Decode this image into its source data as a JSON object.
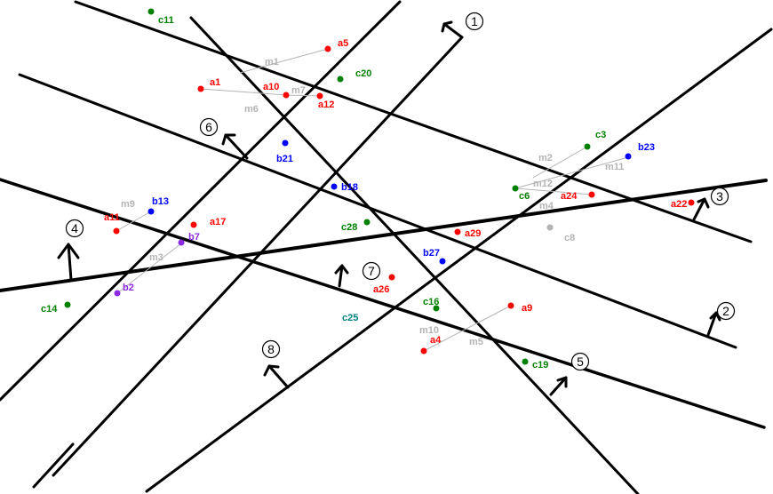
{
  "colors": {
    "line": "#000000",
    "red": "#ff0000",
    "green": "#008000",
    "blue": "#0000ff",
    "gray": "#b4b4b4",
    "purple": "#8a2be2",
    "teal": "#008080"
  },
  "lines": [
    "1",
    "2",
    "3",
    "4",
    "5",
    "6",
    "7",
    "8"
  ],
  "points": [
    {
      "id": "c11",
      "label": "c11",
      "group": "green"
    },
    {
      "id": "a5",
      "label": "a5",
      "group": "red"
    },
    {
      "id": "m1",
      "label": "m1",
      "group": "gray"
    },
    {
      "id": "c20",
      "label": "c20",
      "group": "green"
    },
    {
      "id": "a1",
      "label": "a1",
      "group": "red"
    },
    {
      "id": "a10",
      "label": "a10",
      "group": "red"
    },
    {
      "id": "m7",
      "label": "m7",
      "group": "gray"
    },
    {
      "id": "m6",
      "label": "m6",
      "group": "gray"
    },
    {
      "id": "a12",
      "label": "a12",
      "group": "red"
    },
    {
      "id": "b21",
      "label": "b21",
      "group": "blue"
    },
    {
      "id": "b18",
      "label": "b18",
      "group": "blue"
    },
    {
      "id": "c3",
      "label": "c3",
      "group": "green"
    },
    {
      "id": "m2",
      "label": "m2",
      "group": "gray"
    },
    {
      "id": "b23",
      "label": "b23",
      "group": "blue"
    },
    {
      "id": "m11",
      "label": "m11",
      "group": "gray"
    },
    {
      "id": "m12",
      "label": "m12",
      "group": "gray"
    },
    {
      "id": "c6",
      "label": "c6",
      "group": "green"
    },
    {
      "id": "a24",
      "label": "a24",
      "group": "red"
    },
    {
      "id": "a22",
      "label": "a22",
      "group": "red"
    },
    {
      "id": "m4",
      "label": "m4",
      "group": "gray"
    },
    {
      "id": "c8",
      "label": "c8",
      "group": "gray"
    },
    {
      "id": "c28",
      "label": "c28",
      "group": "green"
    },
    {
      "id": "a29",
      "label": "a29",
      "group": "red"
    },
    {
      "id": "b27",
      "label": "b27",
      "group": "blue"
    },
    {
      "id": "m9",
      "label": "m9",
      "group": "gray"
    },
    {
      "id": "b13",
      "label": "b13",
      "group": "blue"
    },
    {
      "id": "a17",
      "label": "a17",
      "group": "red"
    },
    {
      "id": "a11",
      "label": "a11",
      "group": "red"
    },
    {
      "id": "b7",
      "label": "b7",
      "group": "purple"
    },
    {
      "id": "m3",
      "label": "m3",
      "group": "gray"
    },
    {
      "id": "b2",
      "label": "b2",
      "group": "purple"
    },
    {
      "id": "c14",
      "label": "c14",
      "group": "green"
    },
    {
      "id": "a26",
      "label": "a26",
      "group": "red"
    },
    {
      "id": "c16",
      "label": "c16",
      "group": "green"
    },
    {
      "id": "a9",
      "label": "a9",
      "group": "red"
    },
    {
      "id": "m10",
      "label": "m10",
      "group": "gray"
    },
    {
      "id": "a4",
      "label": "a4",
      "group": "red"
    },
    {
      "id": "m5",
      "label": "m5",
      "group": "gray"
    },
    {
      "id": "c25",
      "label": "c25",
      "group": "teal"
    },
    {
      "id": "c19",
      "label": "c19",
      "group": "green"
    }
  ]
}
